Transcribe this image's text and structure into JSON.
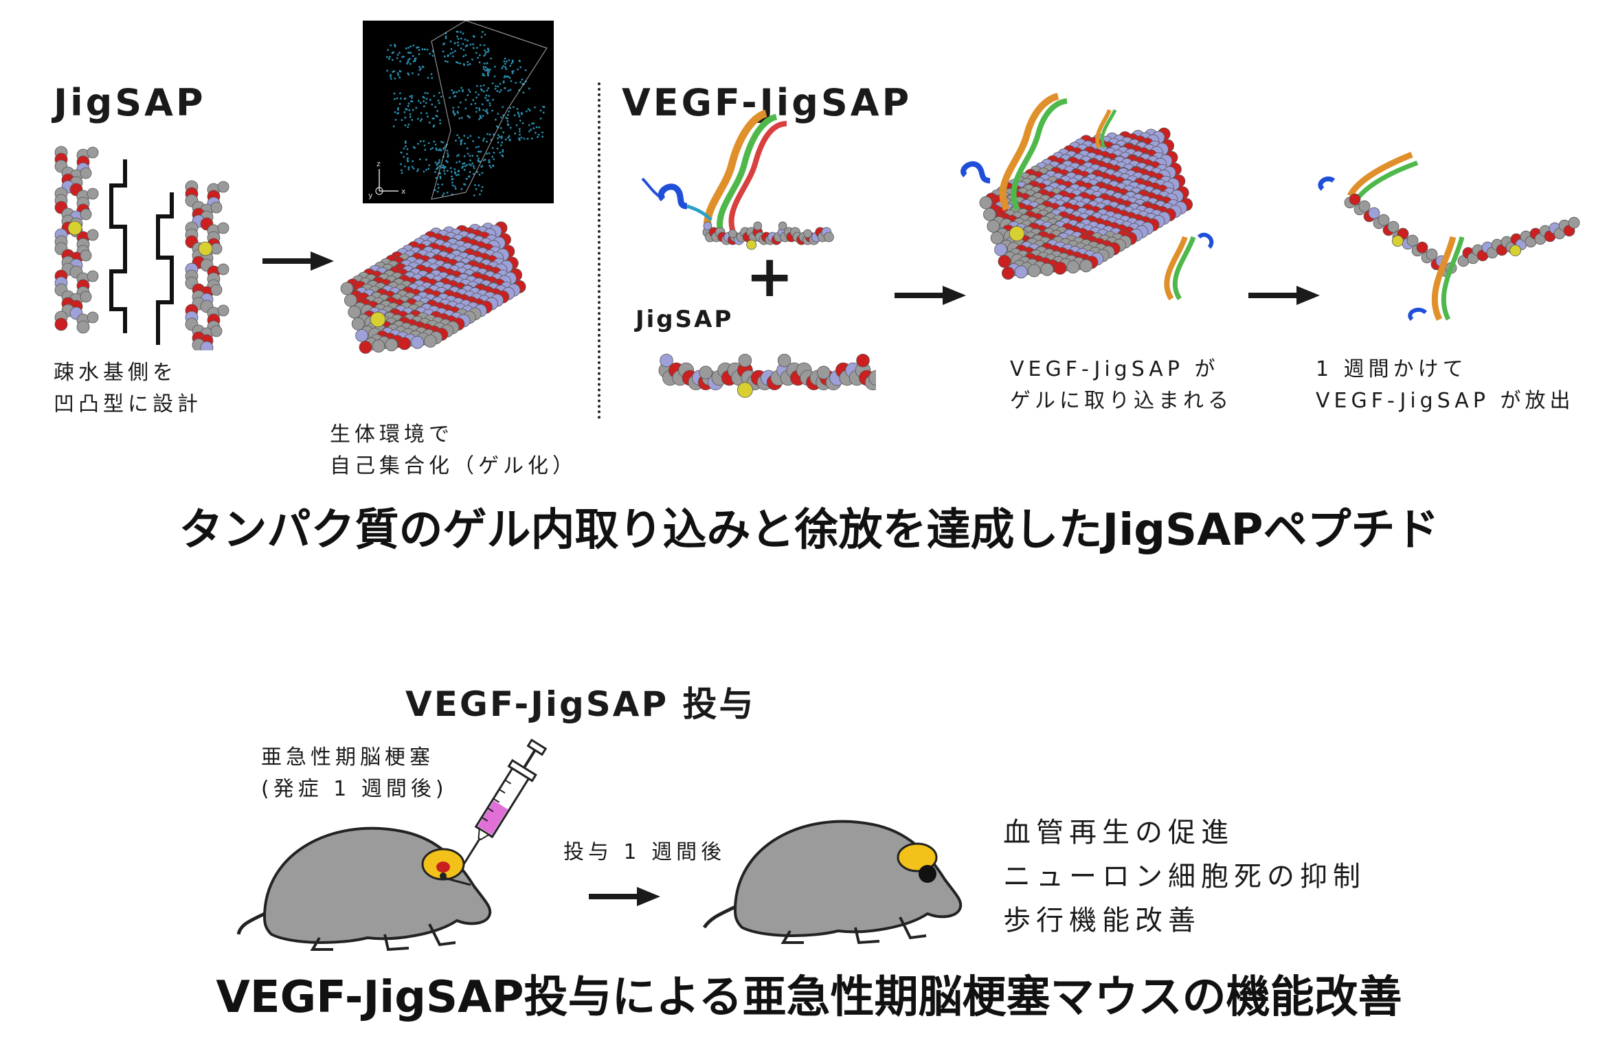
{
  "top": {
    "jigsap_label": "JigSAP",
    "hydrophobic_note_line1": "疎水基側を",
    "hydrophobic_note_line2": "凹凸型に設計",
    "self_assembly_line1": "生体環境で",
    "self_assembly_line2": "自己集合化（ゲル化）",
    "inset_axes": {
      "z": "z",
      "x": "x",
      "y": "y"
    },
    "vegf_jigsap_label": "VEGF-JigSAP",
    "plus_sign": "+",
    "jigsap_label_small": "JigSAP",
    "incorporated_line1": "VEGF-JigSAP が",
    "incorporated_line2": "ゲルに取り込まれる",
    "release_line1": "1 週間かけて",
    "release_line2": "VEGF-JigSAP が放出",
    "caption": "タンパク質のゲル内取り込みと徐放を達成したJigSAPペプチド"
  },
  "bottom": {
    "injection_label": "VEGF-JigSAP 投与",
    "condition_line1": "亜急性期脳梗塞",
    "condition_line2": "(発症 1 週間後)",
    "after_label": "投与 1 週間後",
    "effects": [
      "血管再生の促進",
      "ニューロン細胞死の抑制",
      "歩行機能改善"
    ],
    "caption": "VEGF-JigSAP投与による亜急性期脳梗塞マウスの機能改善"
  },
  "colors": {
    "carbon": "#9a9a9a",
    "oxygen": "#cc1f1f",
    "nitrogen": "#9ea0d8",
    "sulfur": "#d8d030",
    "mouse": "#9b9b9b",
    "brain_spot": "#f2c21a",
    "arrow": "#1a1a1a",
    "inset_bg": "#000000",
    "inset_dots": "#2a8fb0"
  }
}
